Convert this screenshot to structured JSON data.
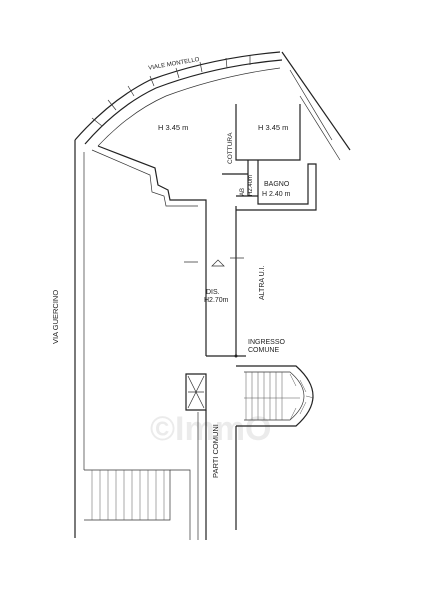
{
  "plan": {
    "street_top": "VIALE MONTELLO",
    "street_left": "VIA GUERCINO",
    "room_main": "H 3.45 m",
    "room_right": "H 3.45 m",
    "kitchen": "COTTURA",
    "bath_name": "BAGNO",
    "bath_height": "H 2.40 m",
    "closet_code": "AB",
    "closet_height": "H2.40m",
    "hall_name": "DIS.",
    "hall_height": "H2.70m",
    "other_unit": "ALTRA U.I.",
    "entrance_1": "INGRESSO",
    "entrance_2": "COMUNE",
    "common_parts": "PARTI COMUNI",
    "watermark": "©ImmO"
  }
}
